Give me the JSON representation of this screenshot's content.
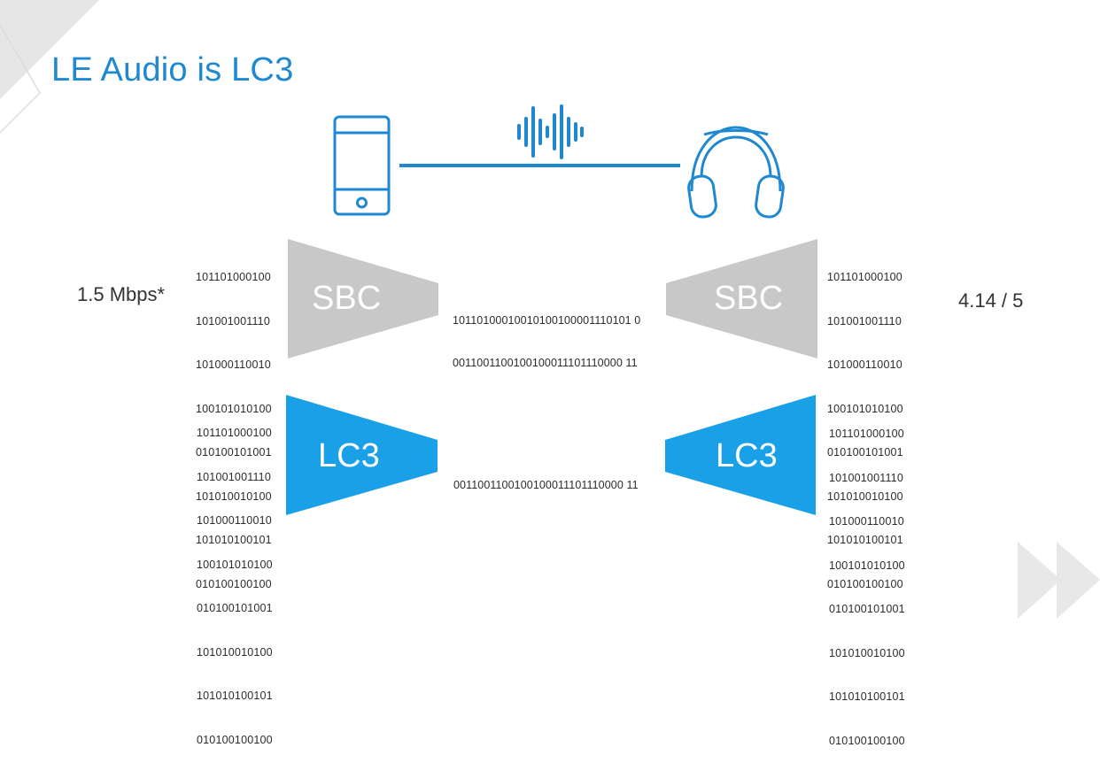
{
  "title": "LE Audio is LC3",
  "colors": {
    "accent": "#1e88d2",
    "sbc_codec": "#c8c8c8",
    "lc3_codec": "#1aa0e6",
    "corner_decor": "#e6e6e6"
  },
  "icons": {
    "phone": "smartphone-icon",
    "waveform": "audio-waveform-icon",
    "headphones": "headphones-icon",
    "forward": "fast-forward-icon"
  },
  "sbc": {
    "bitrate": "1.5 Mbps*",
    "score": "4.14 / 5",
    "encoder_label": "SBC",
    "decoder_label": "SBC",
    "input_bits": [
      "101101000100",
      "101001001110",
      "101000110010",
      "100101010100",
      "010100101001",
      "101010010100",
      "101010100101",
      "010100100100"
    ],
    "output_bits": [
      "101101000100",
      "101001001110",
      "101000110010",
      "100101010100",
      "010100101001",
      "101010010100",
      "101010100101",
      "010100100100"
    ],
    "stream": [
      "10110100010010100100001110101 0",
      "0011001100100100011101110000 11"
    ]
  },
  "lc3": {
    "encoder_label": "LC3",
    "decoder_label": "LC3",
    "input_bits": [
      "101101000100",
      "101001001110",
      "101000110010",
      "100101010100",
      "010100101001",
      "101010010100",
      "101010100101",
      "010100100100"
    ],
    "output_bits": [
      "101101000100",
      "101001001110",
      "101000110010",
      "100101010100",
      "010100101001",
      "101010010100",
      "101010100101",
      "010100100100"
    ],
    "stream": [
      "0011001100100100011101110000 11"
    ]
  }
}
